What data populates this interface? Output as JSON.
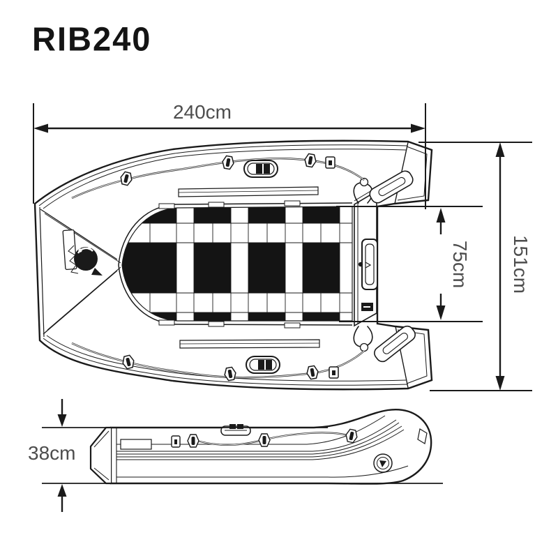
{
  "title": "RIB240",
  "dimensions": {
    "overall_length": "240cm",
    "overall_beam": "151cm",
    "inner_width": "75cm",
    "tube_height": "38cm"
  },
  "colors": {
    "ink": "#1a1a1a",
    "background": "#ffffff",
    "floor_black": "#141414",
    "dimension_text": "#4d4d4d"
  }
}
